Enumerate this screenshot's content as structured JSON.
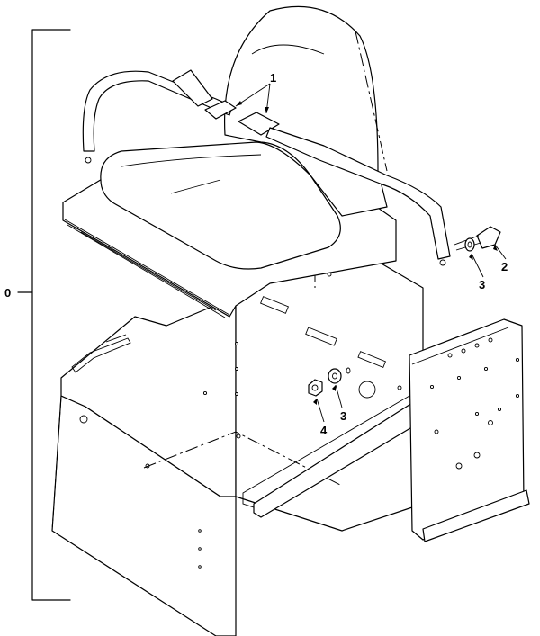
{
  "callouts": {
    "assembly": "0",
    "seat_belt": "1",
    "bolt": "2",
    "washer_upper": "3",
    "washer_lower": "3",
    "nut": "4"
  }
}
